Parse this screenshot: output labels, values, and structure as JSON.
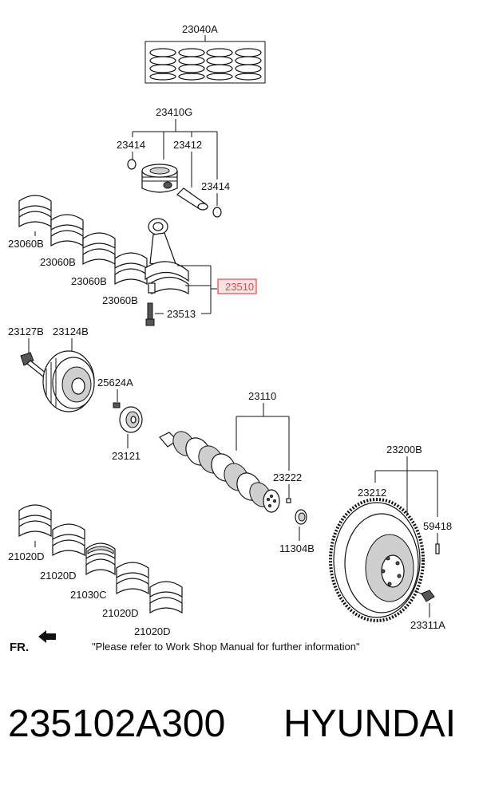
{
  "labels": {
    "piston_ring_set": "23040A",
    "piston_assy": "23410G",
    "snap_ring_left": "23414",
    "piston_pin": "23412",
    "snap_ring_right": "23414",
    "bearing_1": "23060B",
    "bearing_2": "23060B",
    "bearing_3": "23060B",
    "bearing_4": "23060B",
    "connecting_rod": "23510",
    "rod_bolt": "23513",
    "pulley_bolt": "23127B",
    "damper_pulley": "23124B",
    "key": "25624A",
    "sprocket": "23121",
    "crankshaft": "23110",
    "pin": "23222",
    "oil_seal": "11304B",
    "flywheel_assy": "23200B",
    "flywheel": "23212",
    "dowel": "59418",
    "flywheel_bolt": "23311A",
    "main_bearing_1": "21020D",
    "main_bearing_2": "21020D",
    "thrust_bearing": "21030C",
    "main_bearing_3": "21020D",
    "main_bearing_4": "21020D"
  },
  "front_marker": "FR.",
  "note": "\"Please refer to Work Shop Manual for further information\"",
  "footer": {
    "part_number": "235102A300",
    "brand": "HYUNDAI"
  },
  "colors": {
    "highlight": "#e8474a",
    "highlight_fill": "#fbe3e3"
  }
}
